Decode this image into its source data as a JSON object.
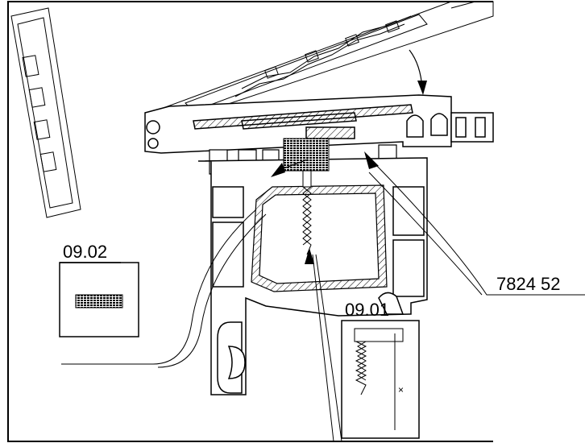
{
  "labels": {
    "callout_0902": "09.02",
    "callout_0901": "09.01",
    "part_number": "7824 52"
  },
  "inset_0901": {
    "axis_mark": "×"
  },
  "colors": {
    "line": "#000000",
    "hatch": "#000000",
    "background": "#ffffff"
  }
}
